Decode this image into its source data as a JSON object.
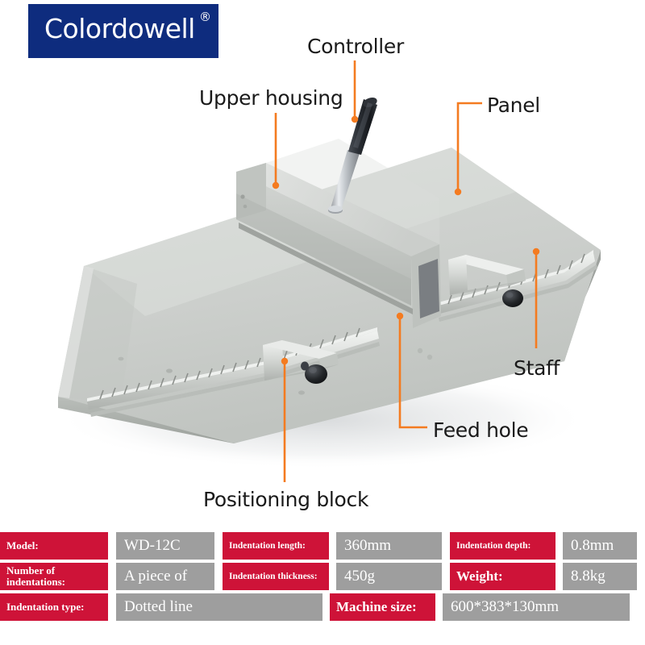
{
  "brand": {
    "wordmark": "Colordowell",
    "registered_mark": "®",
    "block_color": "#0E2C7E"
  },
  "product": {
    "callout_color": "#F47B20",
    "body_color": "#C9CCC9",
    "callouts": [
      {
        "id": "controller",
        "label": "Controller"
      },
      {
        "id": "upper-housing",
        "label": "Upper housing"
      },
      {
        "id": "panel",
        "label": "Panel"
      },
      {
        "id": "staff",
        "label": "Staff"
      },
      {
        "id": "feed-hole",
        "label": "Feed hole"
      },
      {
        "id": "positioning-block",
        "label": "Positioning block"
      }
    ]
  },
  "spec_table": {
    "label_color": "#CE1338",
    "value_color": "#9E9E9E",
    "rows": [
      {
        "cells": [
          {
            "type": "label",
            "text": "Model:"
          },
          {
            "type": "value",
            "text": "WD-12C"
          },
          {
            "type": "label",
            "text": "Indentation length:"
          },
          {
            "type": "value",
            "text": "360mm"
          },
          {
            "type": "label",
            "text": "Indentation depth:"
          },
          {
            "type": "value",
            "text": "0.8mm"
          }
        ]
      },
      {
        "cells": [
          {
            "type": "label",
            "text": "Number of\nindentations:"
          },
          {
            "type": "value",
            "text": "A piece of"
          },
          {
            "type": "label",
            "text": "Indentation thickness:"
          },
          {
            "type": "value",
            "text": "450g"
          },
          {
            "type": "label",
            "text": "Weight:"
          },
          {
            "type": "value",
            "text": "8.8kg"
          }
        ]
      },
      {
        "cells": [
          {
            "type": "label",
            "text": "Indentation type:"
          },
          {
            "type": "value",
            "text": "Dotted line"
          },
          {
            "type": "label",
            "text": "Machine size:"
          },
          {
            "type": "value",
            "text": "600*383*130mm"
          }
        ]
      }
    ]
  }
}
